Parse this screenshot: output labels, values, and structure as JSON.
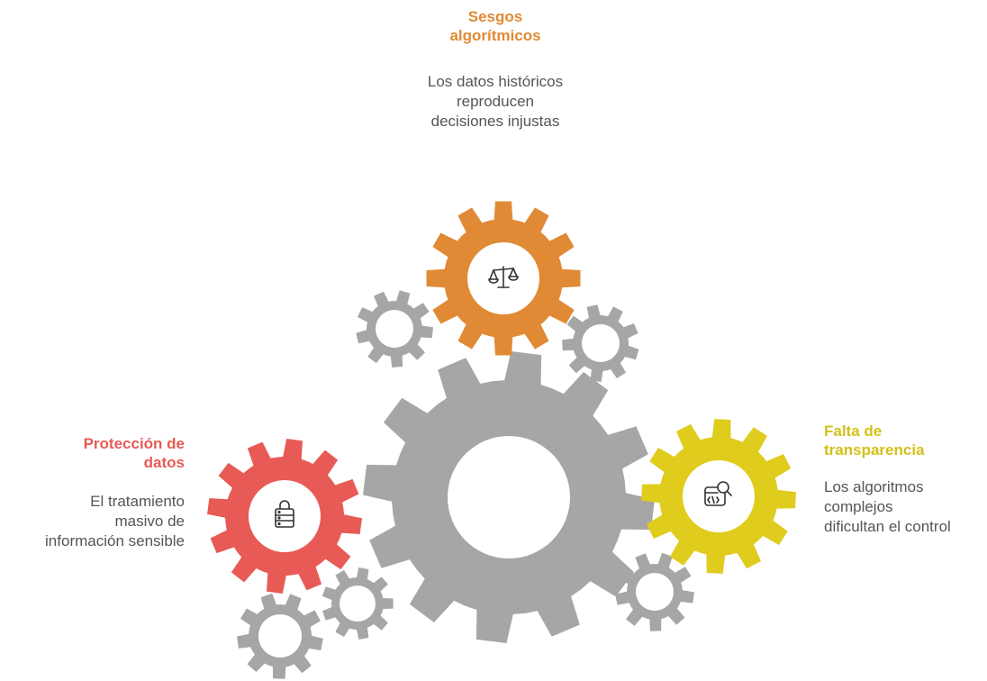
{
  "top": {
    "title_lines": [
      "Sesgos",
      "algorítmicos"
    ],
    "desc_lines": [
      "Los datos históricos",
      "reproducen",
      "decisiones injustas"
    ],
    "color": "#e08a35",
    "icon": "scales-icon"
  },
  "left": {
    "title_lines": [
      "Protección de",
      "datos"
    ],
    "desc_lines": [
      "El tratamiento",
      "masivo de",
      "información sensible"
    ],
    "color": "#e85a55",
    "icon": "lock-database-icon"
  },
  "right": {
    "title_lines": [
      "Falta de",
      "transparencia"
    ],
    "desc_lines": [
      "Los algoritmos",
      "complejos",
      "dificultan el control"
    ],
    "color": "#e0cc1c",
    "icon": "code-search-icon"
  },
  "colors": {
    "gray_gear": "#a6a6a6",
    "text": "#555555"
  }
}
